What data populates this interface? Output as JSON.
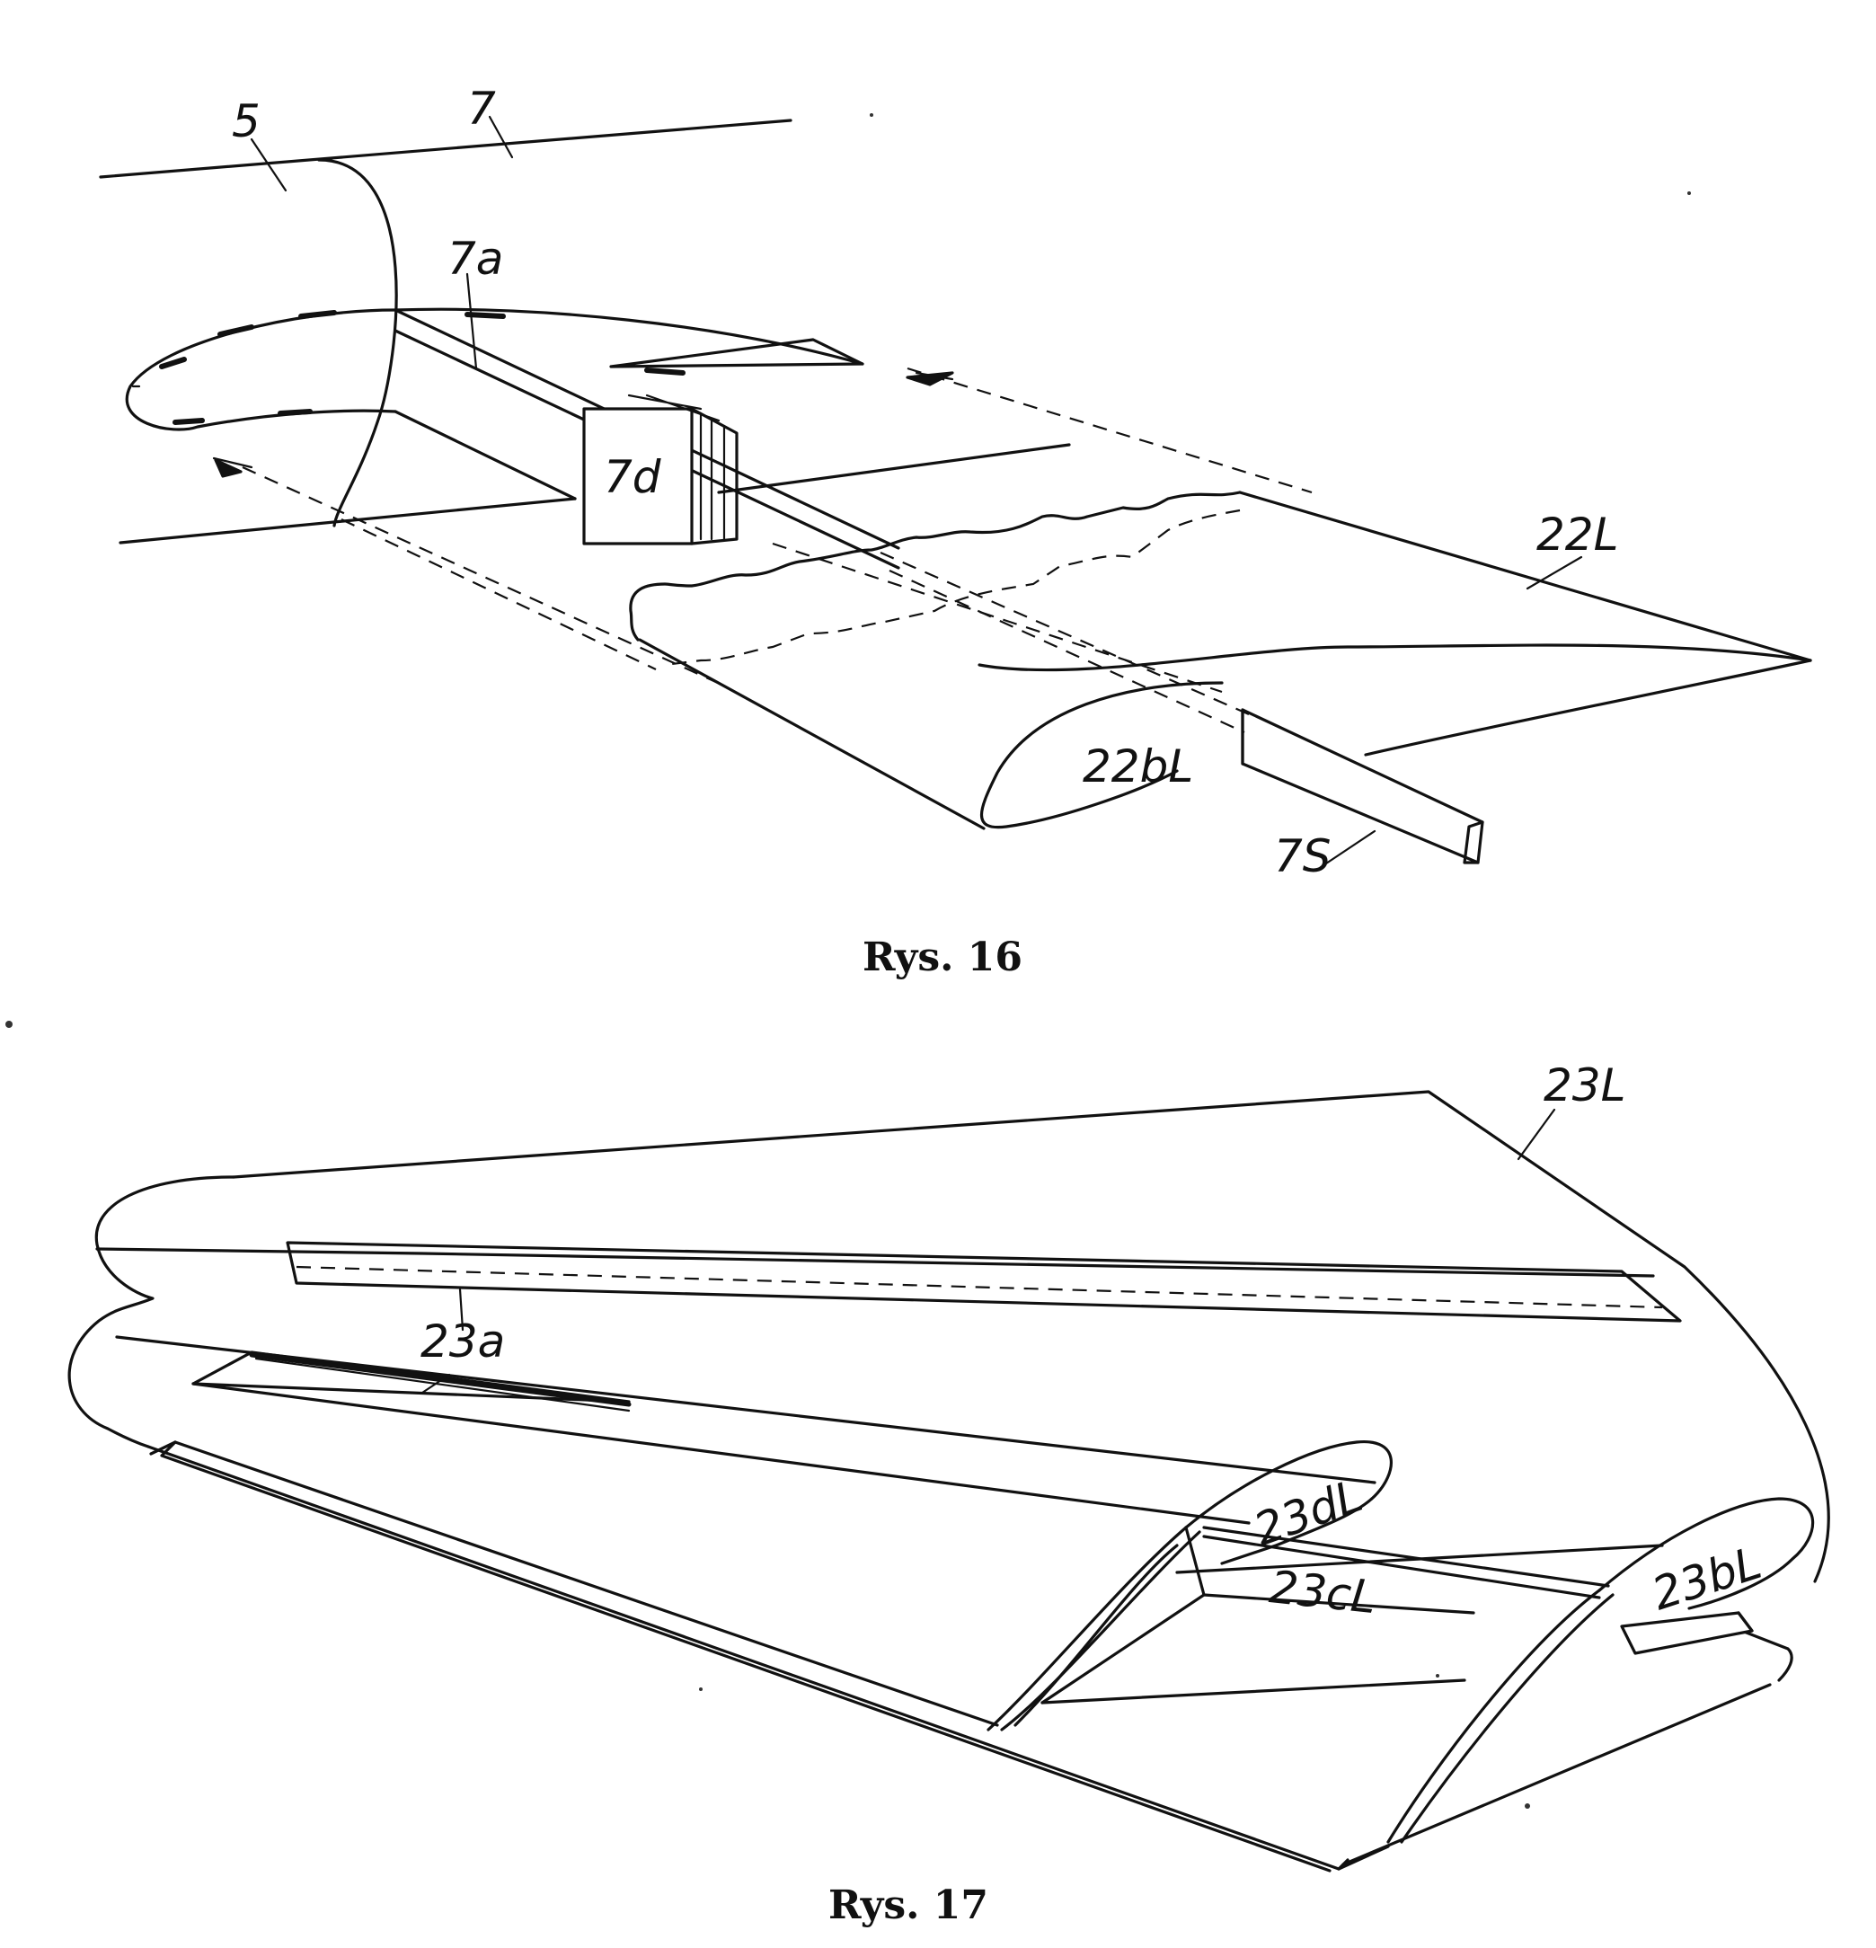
{
  "figure_16": {
    "caption": "Rys.  16",
    "labels": {
      "l5": "5",
      "l7": "7",
      "l7a": "7a",
      "l7d": "7d",
      "l22L": "22L",
      "l22bL": "22bL",
      "l7S": "7S"
    }
  },
  "figure_17": {
    "caption": "Rys.  17",
    "labels": {
      "l23L": "23L",
      "l23a": "23a",
      "l23dL": "23dL",
      "l23cL": "23cL",
      "l23bL": "23bL"
    }
  },
  "colors": {
    "ink": "#111111",
    "paper": "#ffffff"
  }
}
